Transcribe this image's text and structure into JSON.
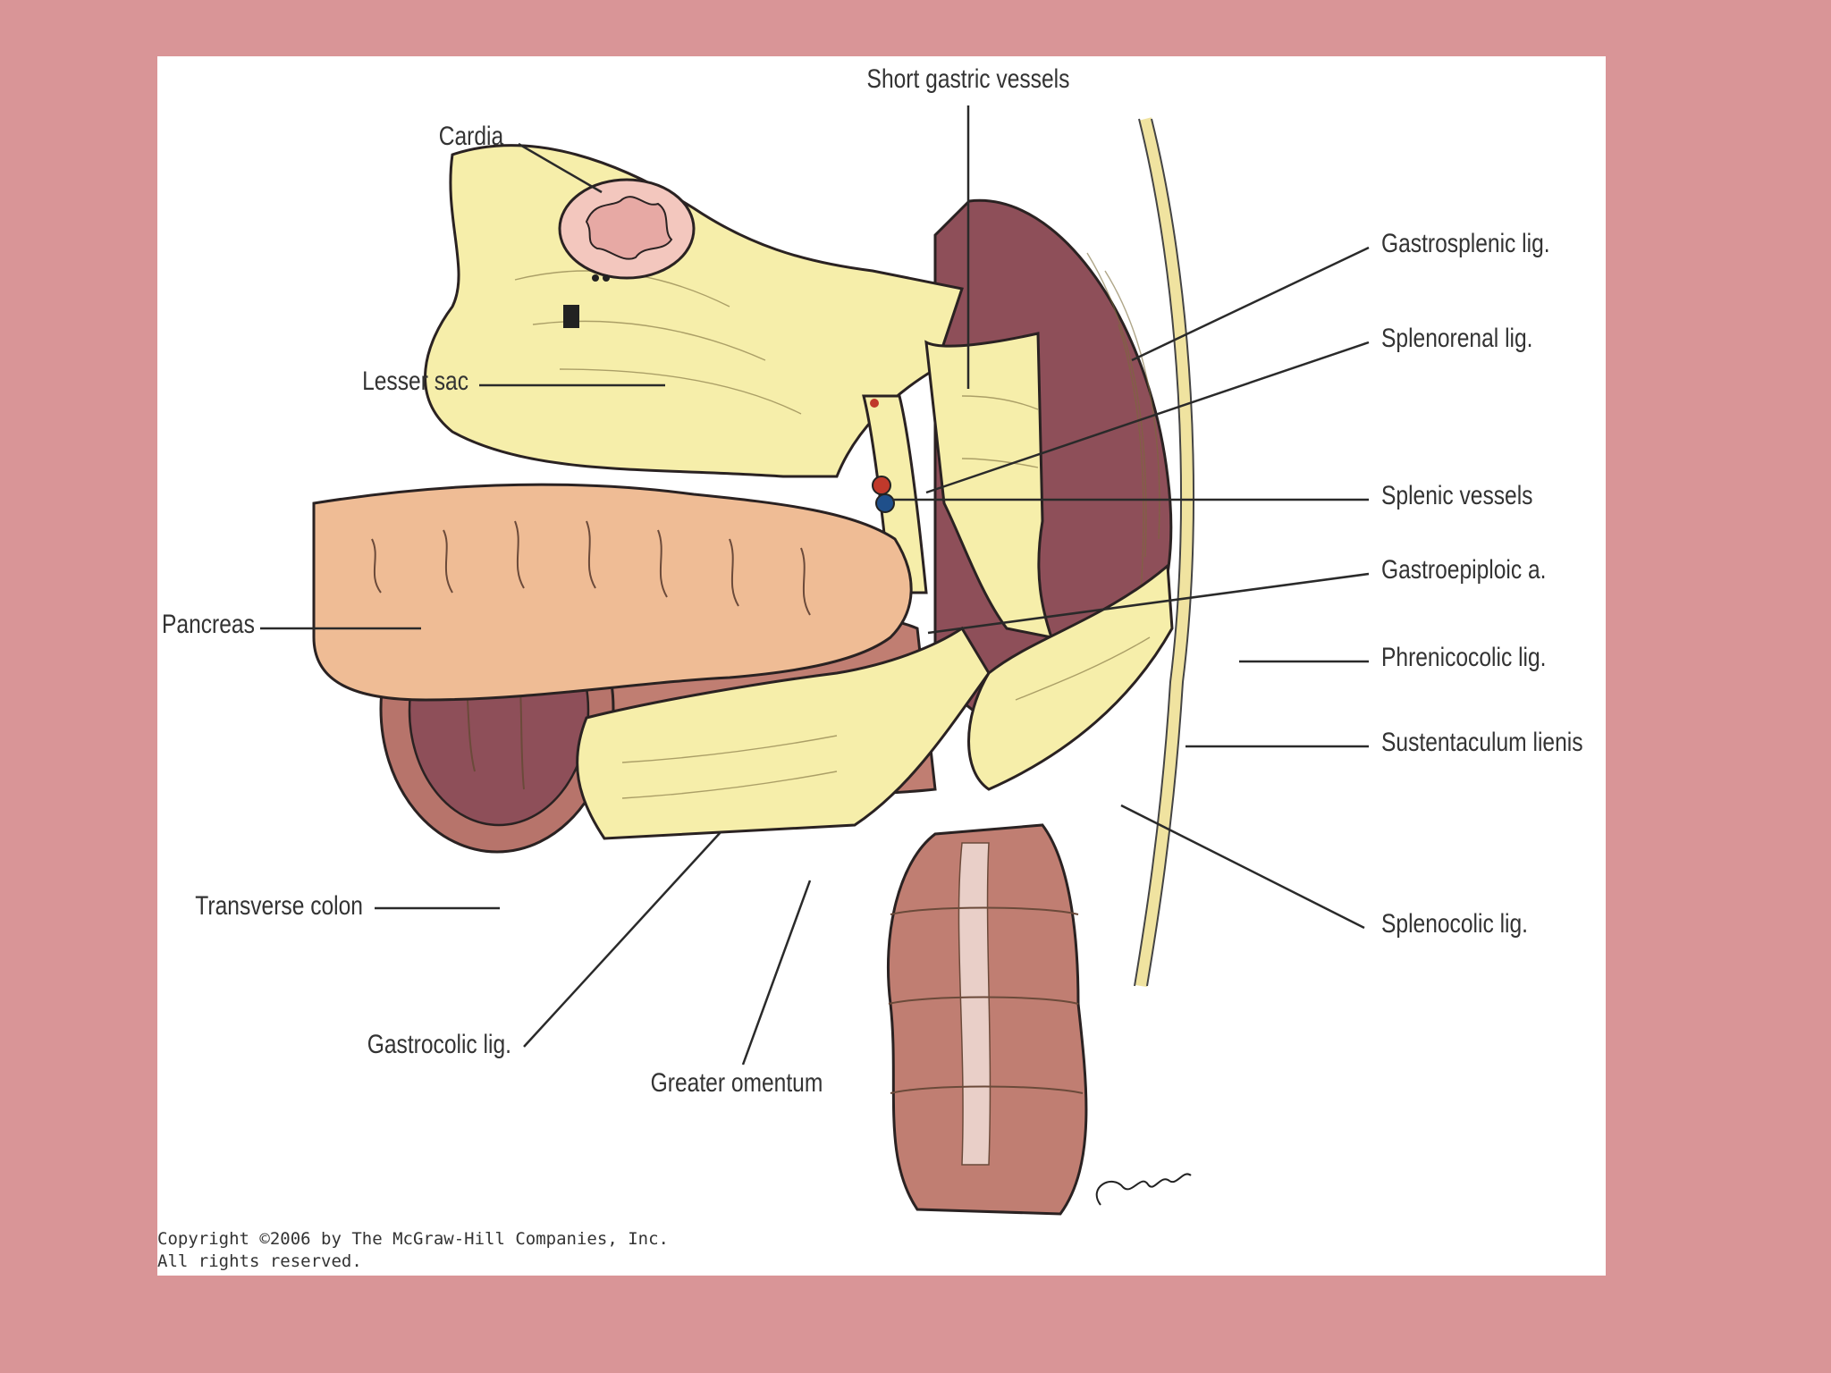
{
  "labels": {
    "short_gastric_vessels": "Short gastric vessels",
    "cardia": "Cardia",
    "gastrosplenic_lig": "Gastrosplenic lig.",
    "splenorenal_lig": "Splenorenal lig.",
    "lesser_sac": "Lesser sac",
    "splenic_vessels": "Splenic vessels",
    "gastroepiploic_a": "Gastroepiploic a.",
    "pancreas": "Pancreas",
    "phrenicocolic_lig": "Phrenicocolic lig.",
    "sustentaculum_lienis": "Sustentaculum lienis",
    "transverse_colon": "Transverse colon",
    "splenocolic_lig": "Splenocolic lig.",
    "gastrocolic_lig": "Gastrocolic lig.",
    "greater_omentum": "Greater omentum"
  },
  "copyright": {
    "line1": "Copyright ©2006 by The McGraw-Hill Companies, Inc.",
    "line2": "All rights reserved."
  },
  "colors": {
    "background": "#d99597",
    "ligament": "#f6eeaa",
    "pancreas": "#efbc95",
    "spleen": "#8e4f59",
    "colon": "#c07e72",
    "artery": "#c0392b",
    "vein": "#1f4f8a"
  },
  "icons": {
    "signature": "artist-signature"
  }
}
